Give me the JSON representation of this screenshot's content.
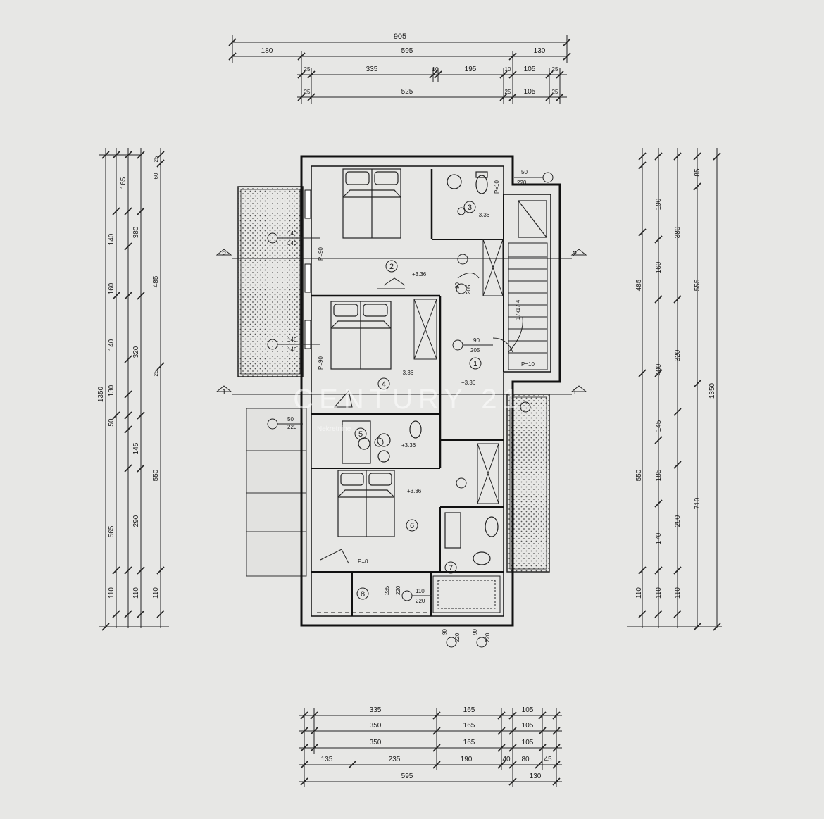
{
  "top_dimensions": {
    "row1": [
      "905"
    ],
    "row2": [
      "180",
      "595",
      "130"
    ],
    "row3": [
      "25",
      "335",
      "10",
      "195",
      "10",
      "105",
      "25"
    ],
    "row4": [
      "25",
      "525",
      "25",
      "105",
      "25"
    ]
  },
  "bottom_dimensions": {
    "row1": [
      "335",
      "165",
      "105"
    ],
    "row2": [
      "350",
      "165",
      "105"
    ],
    "row3": [
      "350",
      "165",
      "105"
    ],
    "row4": [
      "135",
      "235",
      "190",
      "40",
      "80",
      "45"
    ],
    "row5": [
      "595",
      "130"
    ]
  },
  "left_dimensions": {
    "outer": [
      "1350"
    ],
    "col2": [
      "565",
      "290",
      "110"
    ],
    "col3": [
      "165",
      "140",
      "160",
      "140",
      "130",
      "50",
      "145",
      "110"
    ],
    "col4": [
      "380",
      "485",
      "320",
      "550",
      "110"
    ],
    "col5": [
      "25",
      "60",
      "25"
    ]
  },
  "right_dimensions": {
    "col1": [
      "190",
      "485",
      "550",
      "110"
    ],
    "col2": [
      "160",
      "400",
      "145",
      "185",
      "170",
      "110"
    ],
    "col3": [
      "380",
      "320",
      "290",
      "110"
    ],
    "col4": [
      "555",
      "710"
    ],
    "col5": [
      "1350"
    ],
    "col6": [
      "85"
    ]
  },
  "section_markers": {
    "s2_left": "2",
    "s2_right": "2",
    "s1_left": "1",
    "s1_right": "1"
  },
  "rooms": {
    "r1": "1",
    "r2": "2",
    "r3": "3",
    "r4": "4",
    "r5": "5",
    "r6": "6",
    "r7": "7",
    "r8": "8"
  },
  "openings": {
    "window_left_upper": [
      "140",
      "140"
    ],
    "window_left_lower": [
      "140",
      "140"
    ],
    "window_top_right": [
      "50",
      "220"
    ],
    "window_bath5": [
      "50",
      "220"
    ],
    "window_bottom": [
      "110",
      "220"
    ],
    "door_bottom_1": [
      "90",
      "220"
    ],
    "door_bottom_2": [
      "90",
      "220"
    ],
    "door_hall": [
      "90",
      "205"
    ],
    "door_room2": [
      "90",
      "205"
    ],
    "door_room8": [
      "235",
      "220"
    ]
  },
  "parapet_labels": {
    "p1": "P=90",
    "p2": "P=90",
    "p3": "P=10",
    "p4": "P=0",
    "p5": "P=10"
  },
  "level_labels": {
    "l1": "+3.36",
    "l2": "+3.36",
    "l3": "+3.36",
    "l4": "+3.36",
    "l5": "+3.36",
    "l6": "+3.36"
  },
  "stair_label": "17x17.4",
  "watermark": {
    "brand": "CENTURY 21",
    "sub": "Nekretnine"
  }
}
